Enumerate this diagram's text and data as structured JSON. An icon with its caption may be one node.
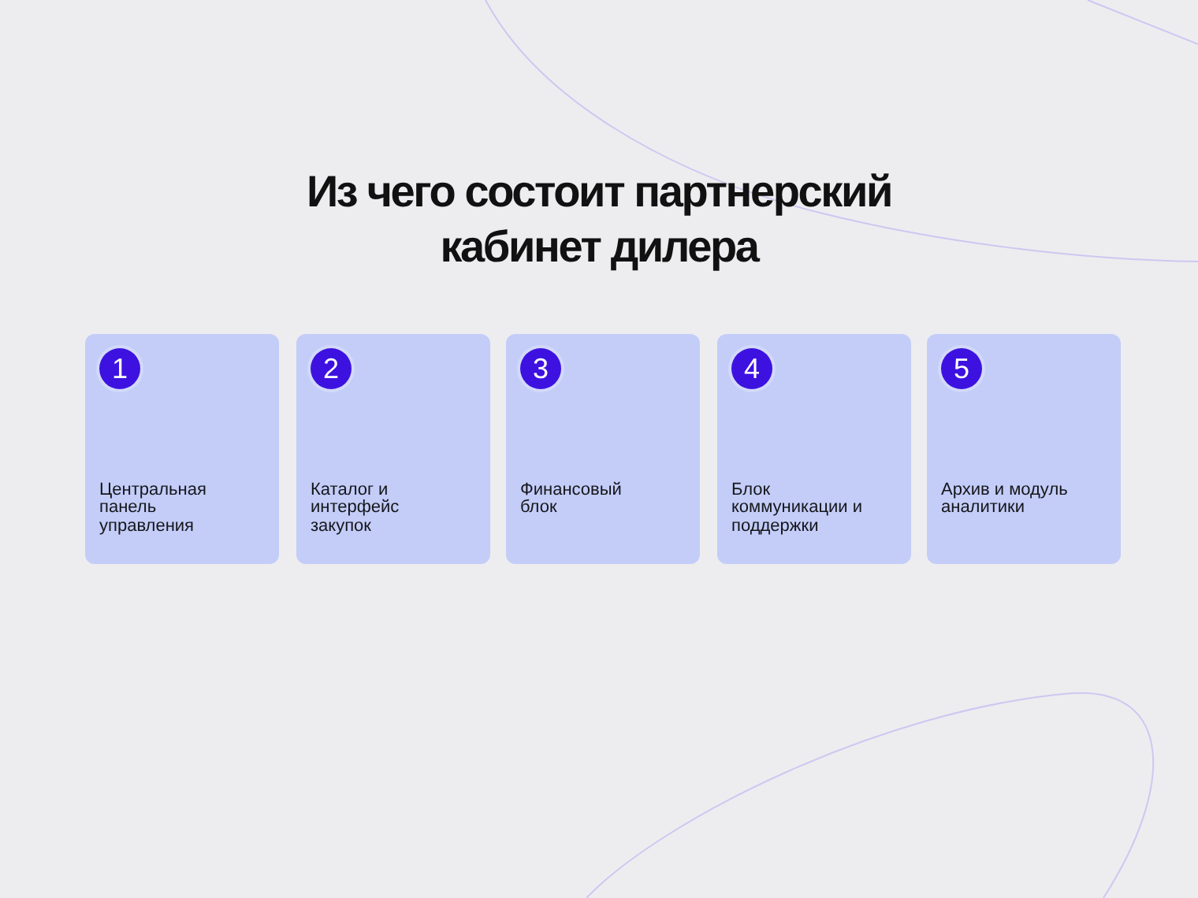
{
  "diagram": {
    "title": "Из чего состоит партнерский кабинет дилера",
    "nodes": [
      {
        "text": [
          "Центральная панель управления"
        ]
      },
      {
        "text": [
          "1"
        ],
        "in": 0
      },
      {
        "text": [
          "Каталог и интерфейс закупок"
        ]
      },
      {
        "text": [
          "2"
        ],
        "in": 2
      },
      {
        "text": [
          "Финансовый блок"
        ]
      },
      {
        "text": [
          "3"
        ],
        "in": 4
      },
      {
        "text": [
          "Блок коммуникации и поддержки"
        ]
      },
      {
        "text": [
          "4"
        ],
        "in": 6
      },
      {
        "text": [
          "Архив и модуль аналитики"
        ]
      },
      {
        "text": [
          "5"
        ],
        "in": 8
      }
    ]
  }
}
